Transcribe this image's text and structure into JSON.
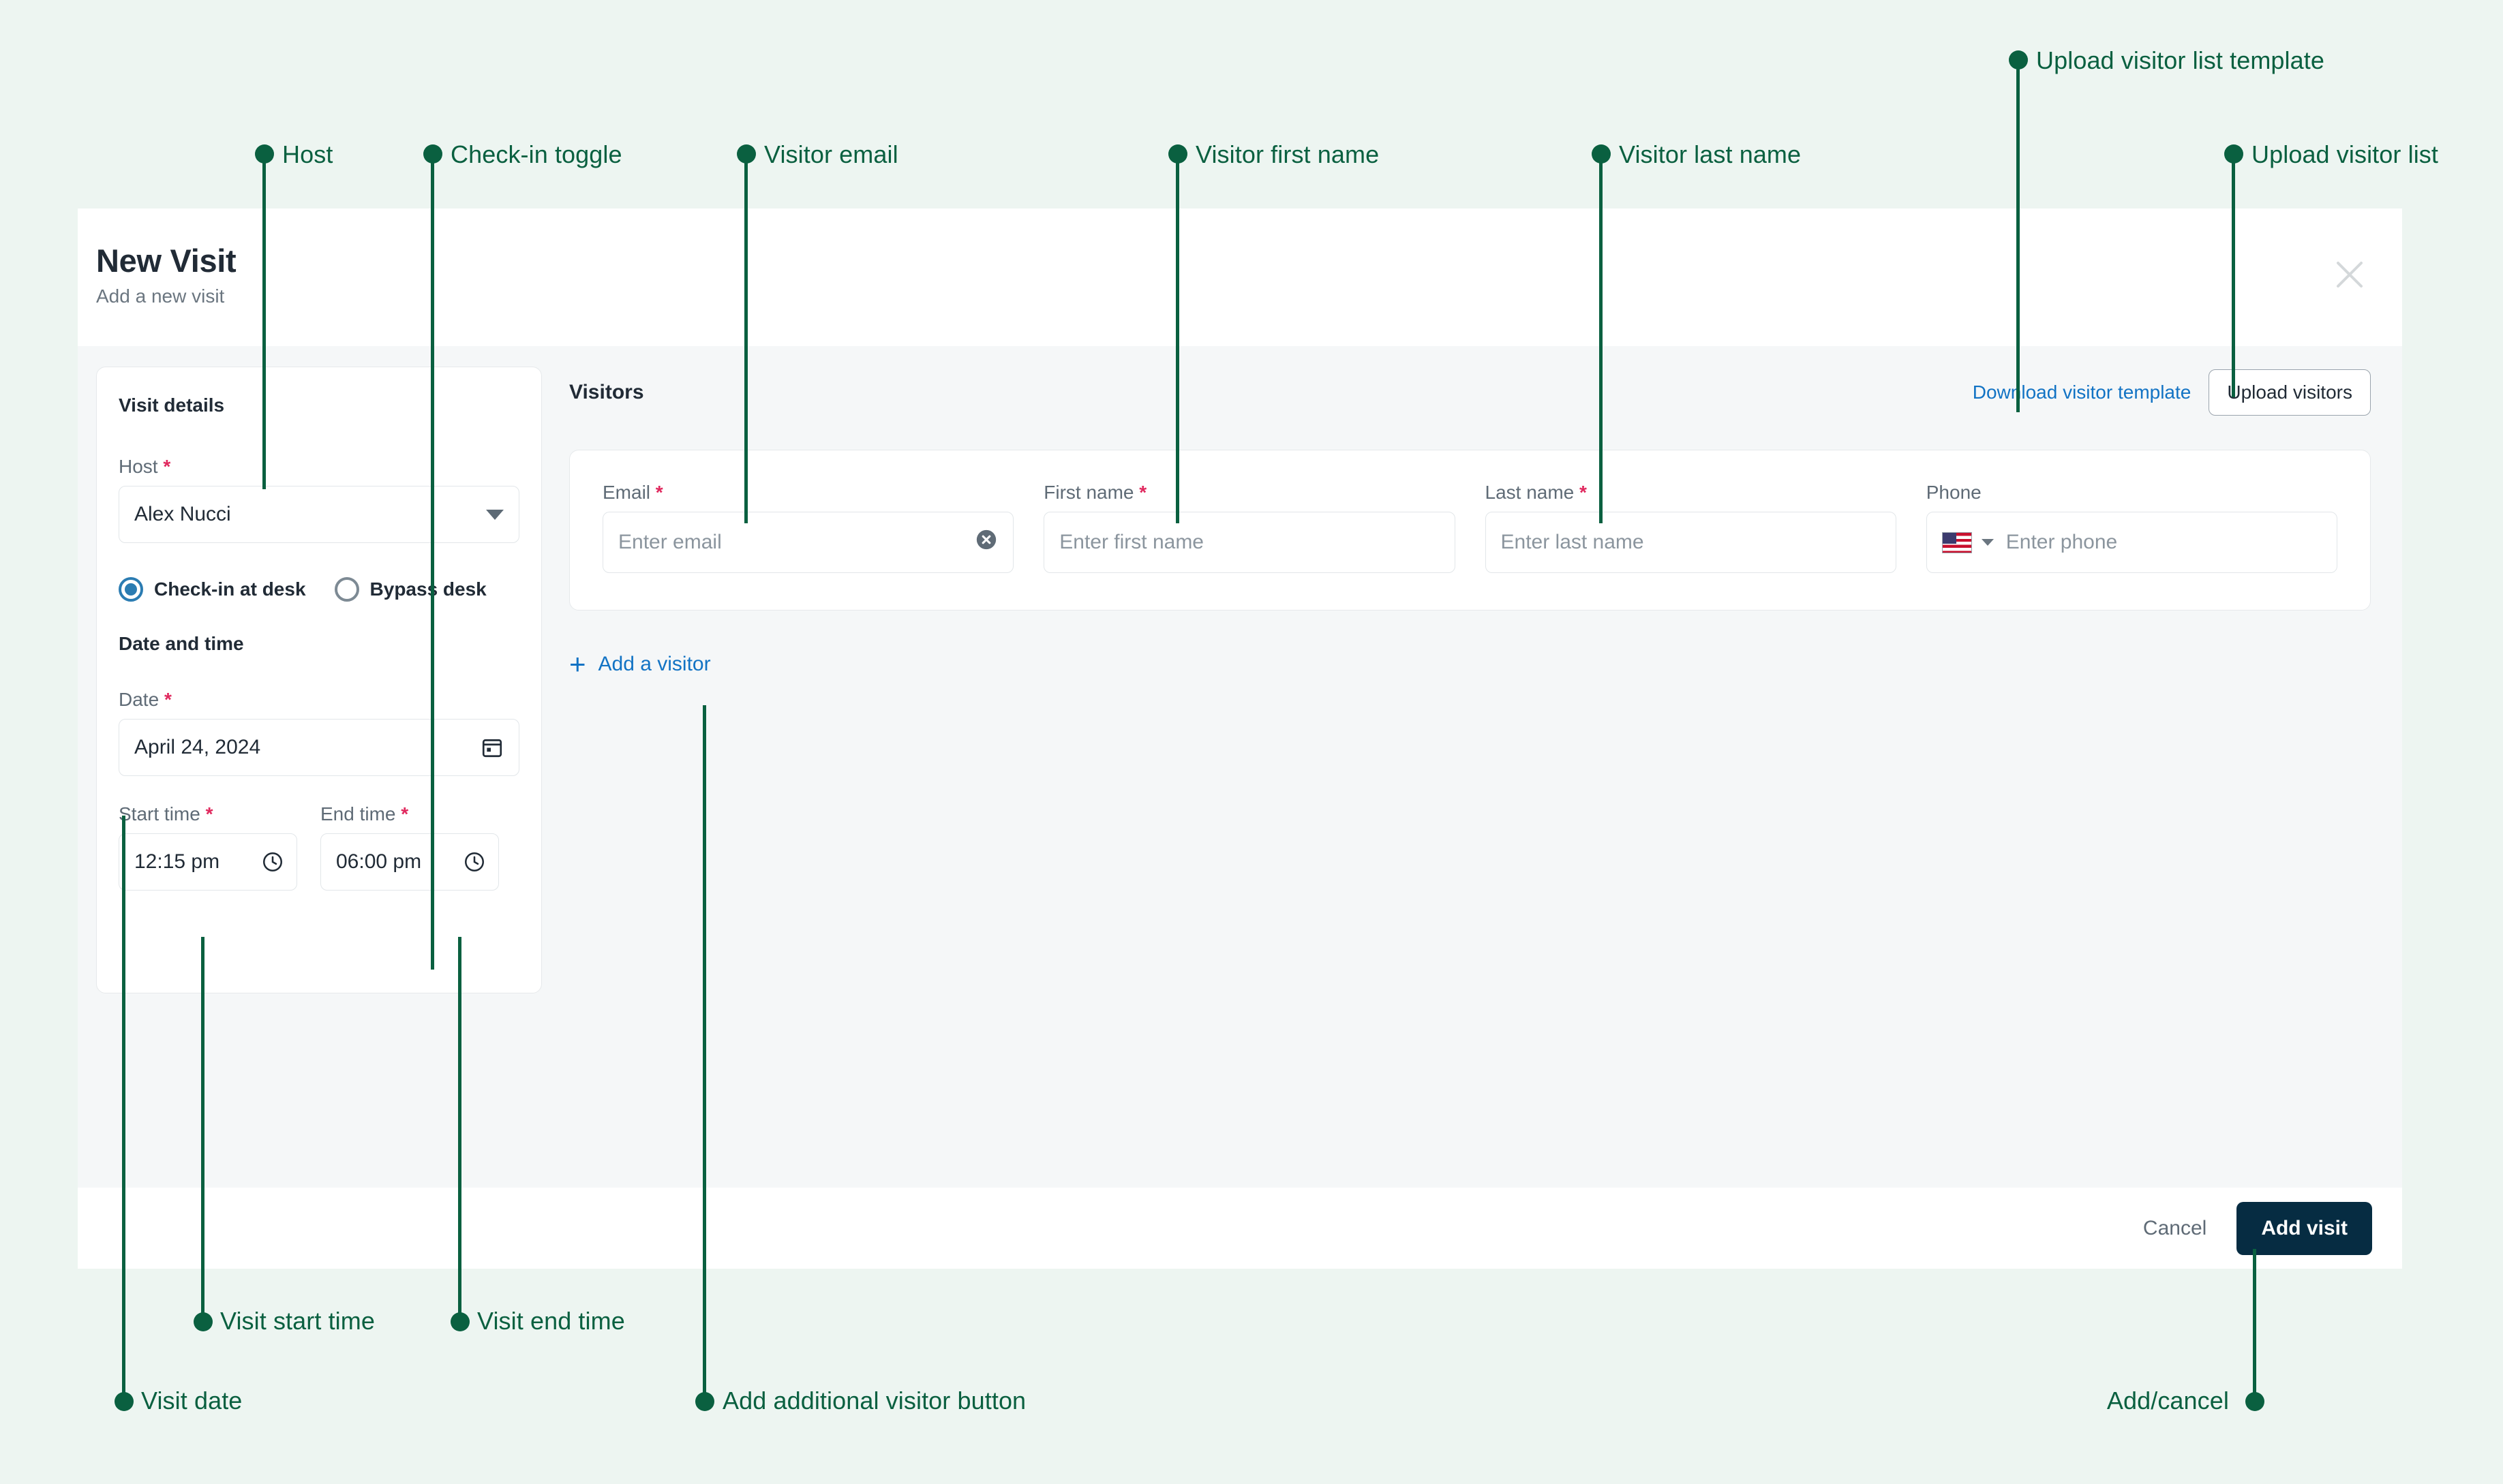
{
  "modal": {
    "title": "New Visit",
    "subtitle": "Add a new visit",
    "close_icon": "close-icon"
  },
  "visit_details": {
    "card_title": "Visit details",
    "host_label": "Host",
    "host_value": "Alex Nucci",
    "required_mark": "*",
    "checkin_options": [
      {
        "label": "Check-in at desk",
        "selected": true
      },
      {
        "label": "Bypass desk",
        "selected": false
      }
    ],
    "date_time_heading": "Date and time",
    "date_label": "Date",
    "date_value": "April 24, 2024",
    "start_time_label": "Start time",
    "start_time_value": "12:15 pm",
    "end_time_label": "End time",
    "end_time_value": "06:00 pm"
  },
  "visitors": {
    "heading": "Visitors",
    "download_template_label": "Download visitor template",
    "upload_visitors_label": "Upload visitors",
    "fields": {
      "email_label": "Email",
      "email_placeholder": "Enter email",
      "first_name_label": "First name",
      "first_name_placeholder": "Enter first name",
      "last_name_label": "Last name",
      "last_name_placeholder": "Enter last name",
      "phone_label": "Phone",
      "phone_placeholder": "Enter phone",
      "phone_country": "US"
    },
    "add_visitor_label": "Add a visitor"
  },
  "footer": {
    "cancel_label": "Cancel",
    "add_visit_label": "Add visit"
  },
  "annotations": [
    {
      "id": "host",
      "label": "Host"
    },
    {
      "id": "checkin-toggle",
      "label": "Check-in toggle"
    },
    {
      "id": "visitor-email",
      "label": "Visitor email"
    },
    {
      "id": "visitor-first",
      "label": "Visitor first name"
    },
    {
      "id": "visitor-last",
      "label": "Visitor last name"
    },
    {
      "id": "upload-template",
      "label": "Upload visitor list template"
    },
    {
      "id": "upload-list",
      "label": "Upload visitor list"
    },
    {
      "id": "visit-start",
      "label": "Visit start time"
    },
    {
      "id": "visit-end",
      "label": "Visit end time"
    },
    {
      "id": "visit-date",
      "label": "Visit date"
    },
    {
      "id": "add-visitor-btn",
      "label": "Add additional visitor button"
    },
    {
      "id": "add-cancel",
      "label": "Add/cancel"
    }
  ],
  "colors": {
    "annotation": "#0a6040",
    "page_background": "#edf5f1",
    "primary_button": "#062c42",
    "link": "#1273c4",
    "required": "#e0295e",
    "radio_selected": "#2b7cb2"
  }
}
